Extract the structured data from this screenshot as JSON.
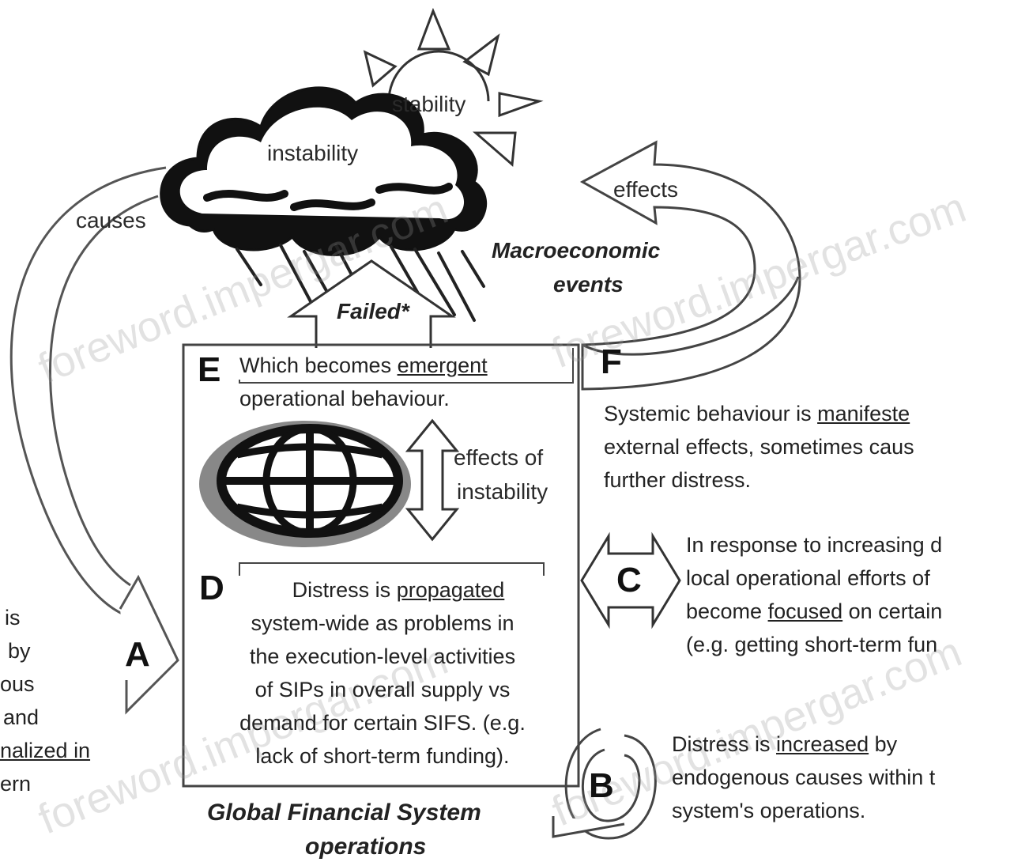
{
  "labels": {
    "stability": "stability",
    "instability": "instability",
    "causes": "causes",
    "effects": "effects",
    "macro_line1": "Macroeconomic",
    "macro_line2": "events",
    "failed": "Failed*",
    "effects_of_line1": "effects of",
    "effects_of_line2": "instability",
    "gfs_line1": "Global Financial System",
    "gfs_line2": "operations"
  },
  "markers": {
    "A": "A",
    "B": "B",
    "C": "C",
    "D": "D",
    "E": "E",
    "F": "F"
  },
  "boxes": {
    "E": {
      "line1_pre": "Which becomes ",
      "line1_u": "emergent",
      "line2": "operational behaviour."
    },
    "D": {
      "line1_pre": "Distress is ",
      "line1_u": "propagated",
      "line2": "system-wide as problems in",
      "line3": "the execution-level activities",
      "line4": "of SIPs in overall supply vs",
      "line5": "demand for certain SIFS. (e.g.",
      "line6": "lack of short-term funding)."
    },
    "F": {
      "line1_pre": "Systemic behaviour is ",
      "line1_u": "manifeste",
      "line2": "external effects, sometimes caus",
      "line3": "further distress."
    },
    "C": {
      "line1": "In response to increasing d",
      "line2": "local operational efforts of",
      "line3_pre": "become ",
      "line3_u": "focused",
      "line3_post": " on certain",
      "line4": "(e.g. getting short-term fun"
    },
    "B": {
      "line1_pre": "Distress is ",
      "line1_u": "increased",
      "line1_post": " by",
      "line2": "endogenous causes within t",
      "line3": "system's operations."
    },
    "A": {
      "line1": "is",
      "line2": "by",
      "line3": "ous",
      "line4": "and",
      "line5": "nalized in",
      "line6": "ern"
    }
  },
  "watermarks": {
    "w1": "foreword.impergar.com",
    "w2": "foreword.impergar.com",
    "w3": "foreword.impergar.com",
    "w4": "foreword.impergar.com"
  }
}
